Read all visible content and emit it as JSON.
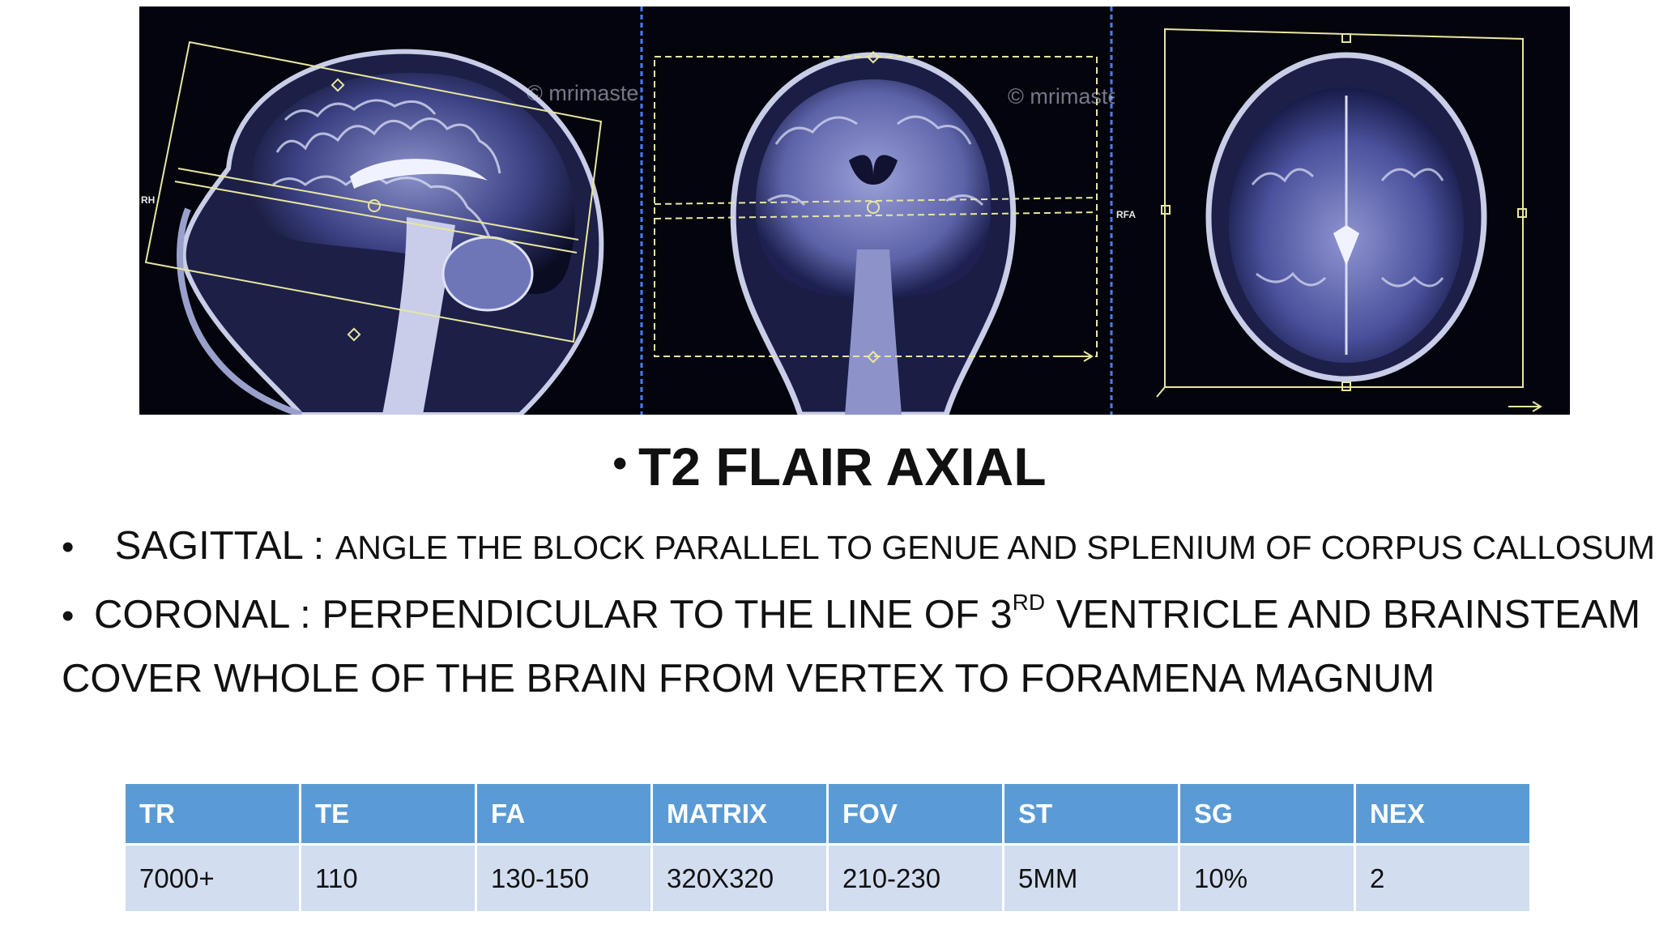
{
  "images": {
    "watermark_1": "© mrimaster.com",
    "watermark_2": "© mrimaster.com",
    "label_rh": "RH",
    "label_rfa": "RFA"
  },
  "title": {
    "bullet": "•",
    "text": "T2 FLAIR AXIAL"
  },
  "lines": {
    "sagittal_label": "SAGITTAL :",
    "sagittal_text": "ANGLE THE BLOCK PARALLEL TO GENUE AND SPLENIUM OF CORPUS CALLOSUM",
    "coronal_pre": "CORONAL : PERPENDICULAR TO THE LINE OF 3",
    "coronal_sup": "RD",
    "coronal_post": " VENTRICLE AND BRAINSTEAM",
    "cover_text": "COVER WHOLE OF THE BRAIN FROM VERTEX TO FORAMENA MAGNUM",
    "bullet": "•"
  },
  "table": {
    "headers": [
      "TR",
      "TE",
      "FA",
      "MATRIX",
      "FOV",
      "ST",
      "SG",
      "NEX"
    ],
    "values": [
      "7000+",
      "110",
      "130-150",
      "320X320",
      "210-230",
      "5MM",
      "10%",
      "2"
    ]
  },
  "colors": {
    "table_header": "#5b9bd5",
    "table_row": "#d2deef",
    "mri_background": "#03040c",
    "planning_box": "#e8e6a0"
  }
}
